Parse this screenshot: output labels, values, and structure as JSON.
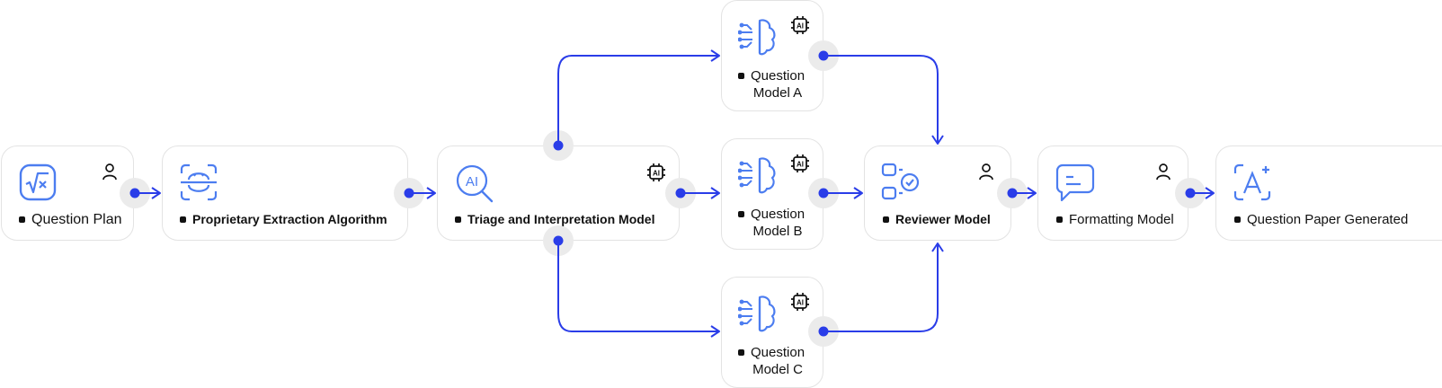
{
  "accent_color": "#2a3de8",
  "icon_color": "#4c7df0",
  "nodes": [
    {
      "id": "question-plan",
      "label": "Question Plan",
      "icon": "square-root-icon",
      "badge": "person-icon"
    },
    {
      "id": "proprietary-extraction",
      "label": "Proprietary Extraction Algorithm",
      "icon": "face-scan-icon",
      "badge": ""
    },
    {
      "id": "triage-interpretation",
      "label": "Triage and Interpretation Model",
      "icon": "ai-search-icon",
      "badge": "ai-chip-icon"
    },
    {
      "id": "question-model-a",
      "label": "Question\nModel A",
      "icon": "brain-circuit-icon",
      "badge": "ai-chip-icon"
    },
    {
      "id": "question-model-b",
      "label": "Question\nModel B",
      "icon": "brain-circuit-icon",
      "badge": "ai-chip-icon"
    },
    {
      "id": "question-model-c",
      "label": "Question\nModel C",
      "icon": "brain-circuit-icon",
      "badge": "ai-chip-icon"
    },
    {
      "id": "reviewer-model",
      "label": "Reviewer Model",
      "icon": "checklist-icon",
      "badge": "person-icon"
    },
    {
      "id": "formatting-model",
      "label": "Formatting Model",
      "icon": "chat-bubble-icon",
      "badge": "person-icon"
    },
    {
      "id": "question-paper-generated",
      "label": "Question Paper Generated",
      "icon": "text-scan-icon",
      "badge": ""
    }
  ],
  "badge_text": "AI",
  "edges": [
    {
      "from": "question-plan",
      "to": "proprietary-extraction"
    },
    {
      "from": "proprietary-extraction",
      "to": "triage-interpretation"
    },
    {
      "from": "triage-interpretation",
      "to": "question-model-a"
    },
    {
      "from": "triage-interpretation",
      "to": "question-model-b"
    },
    {
      "from": "triage-interpretation",
      "to": "question-model-c"
    },
    {
      "from": "question-model-a",
      "to": "reviewer-model"
    },
    {
      "from": "question-model-b",
      "to": "reviewer-model"
    },
    {
      "from": "question-model-c",
      "to": "reviewer-model"
    },
    {
      "from": "reviewer-model",
      "to": "formatting-model"
    },
    {
      "from": "formatting-model",
      "to": "question-paper-generated"
    }
  ]
}
